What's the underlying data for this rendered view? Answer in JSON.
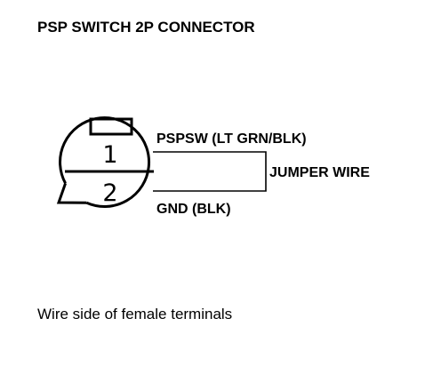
{
  "title": "PSP SWITCH 2P CONNECTOR",
  "connector": {
    "pins": [
      {
        "number": "1",
        "label": "PSPSW (LT GRN/BLK)"
      },
      {
        "number": "2",
        "label": "GND (BLK)"
      }
    ],
    "jumper_label": "JUMPER WIRE"
  },
  "caption": "Wire side of female terminals",
  "colors": {
    "line": "#000000",
    "background": "#ffffff"
  }
}
